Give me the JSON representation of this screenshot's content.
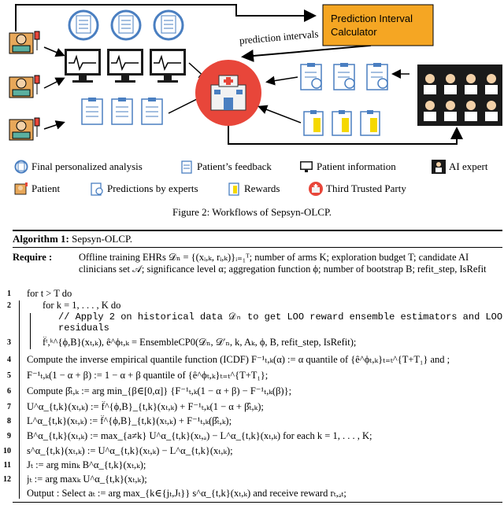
{
  "figure": {
    "calculator_label_line1": "Prediction Interval",
    "calculator_label_line2": "Calculator",
    "arrow_label": "prediction intervals",
    "colors": {
      "calculator_fill": "#f5a623",
      "hospital_red": "#e8463a",
      "doc_blue": "#4a7fc1",
      "reward_yellow": "#f5d800",
      "dark_panel": "#1a1a1a"
    },
    "legend": [
      {
        "icon": "final-analysis-icon",
        "label": "Final personalized analysis"
      },
      {
        "icon": "patient-feedback-icon",
        "label": "Patient’s feedback"
      },
      {
        "icon": "patient-info-icon",
        "label": "Patient information"
      },
      {
        "icon": "ai-expert-icon",
        "label": "AI expert"
      },
      {
        "icon": "patient-icon",
        "label": "Patient"
      },
      {
        "icon": "expert-predictions-icon",
        "label": "Predictions by experts"
      },
      {
        "icon": "rewards-icon",
        "label": "Rewards"
      },
      {
        "icon": "third-party-icon",
        "label": "Third Trusted Party"
      }
    ],
    "caption": "Figure 2: Workflows of Sepsyn-OLCP."
  },
  "algorithm": {
    "label": "Algorithm 1:",
    "name": "Sepsyn-OLCP.",
    "require_kw": "Require :",
    "require_text": "Offline training EHRs 𝒟ₙ = {(xᵢ,ₖ, rᵢ,ₖ)}ᵢ₌₁ᵀ; number of arms K; exploration budget T; candidate AI clinicians set 𝒜; significance level α; aggregation function ϕ; number of bootstrap B; refit_step, IsRefit",
    "lines": [
      {
        "n": "1",
        "text": "for t > T do"
      },
      {
        "n": "2",
        "text": "for k = 1, . . . , K do"
      },
      {
        "n": "",
        "text": "// Apply 2 on historical data 𝒟ₙ to get LOO reward ensemble estimators and LOO"
      },
      {
        "n": "",
        "text": "residuals"
      },
      {
        "n": "3",
        "text": "f̂ᵗ,ᵏ^{ϕ,B}(xₜ,ₖ), ê^ϕₜ,ₖ = EnsembleCP0(𝒟ₙ, 𝒟′ₙ, k, Aₖ, ϕ, B, refit_step, IsRefit);"
      },
      {
        "n": "4",
        "text": "Compute the inverse empirical quantile function (ICDF) F⁻¹ₜ,ₖ(α) := α quantile of {ê^ϕₜ,ₖ}ₜ₌ₜ^{T+T₁} and ;"
      },
      {
        "n": "5",
        "text": "F⁻¹ₜ,ₖ(1 − α + β) := 1 − α + β quantile of {ê^ϕₜ,ₖ}ₜ₌ₜ^{T+T₁};"
      },
      {
        "n": "6",
        "text": "Compute β̂ₜ,ₖ := arg min_{β∈[0,α]} {F⁻¹ₜ,ₖ(1 − α + β) − F⁻¹ₜ,ₖ(β)};"
      },
      {
        "n": "7",
        "text": "U^α_{t,k}(xₜ,ₖ) := f̂^{ϕ,B}_{t,k}(xₜ,ₖ) + F⁻¹ₜ,ₖ(1 − α + β̂ₜ,ₖ);"
      },
      {
        "n": "8",
        "text": "L^α_{t,k}(xₜ,ₖ) := f̂^{ϕ,B}_{t,k}(xₜ,ₖ) + F⁻¹ₜ,ₖ(β̂ₜ,ₖ);"
      },
      {
        "n": "9",
        "text": "B^α_{t,k}(xₜ,ₖ) := max_{a≠k} U^α_{t,k}(xₜ,ₐ) − L^α_{t,k}(xₜ,ₖ) for each k = 1, . . . , K;"
      },
      {
        "n": "10",
        "text": "s^α_{t,k}(xₜ,ₖ) := U^α_{t,k}(xₜ,ₖ) − L^α_{t,k}(xₜ,ₖ);"
      },
      {
        "n": "11",
        "text": "Jₜ := arg minₖ B^α_{t,k}(xₜ,ₖ);"
      },
      {
        "n": "12",
        "text": "jₜ := arg maxₖ U^α_{t,k}(xₜ,ₖ);"
      },
      {
        "n": "",
        "text": "Output : Select aₜ := arg max_{k∈{jₜ,Jₜ}} s^α_{t,k}(xₜ,ₖ) and receive reward rₜ,ₐₜ;"
      }
    ]
  }
}
